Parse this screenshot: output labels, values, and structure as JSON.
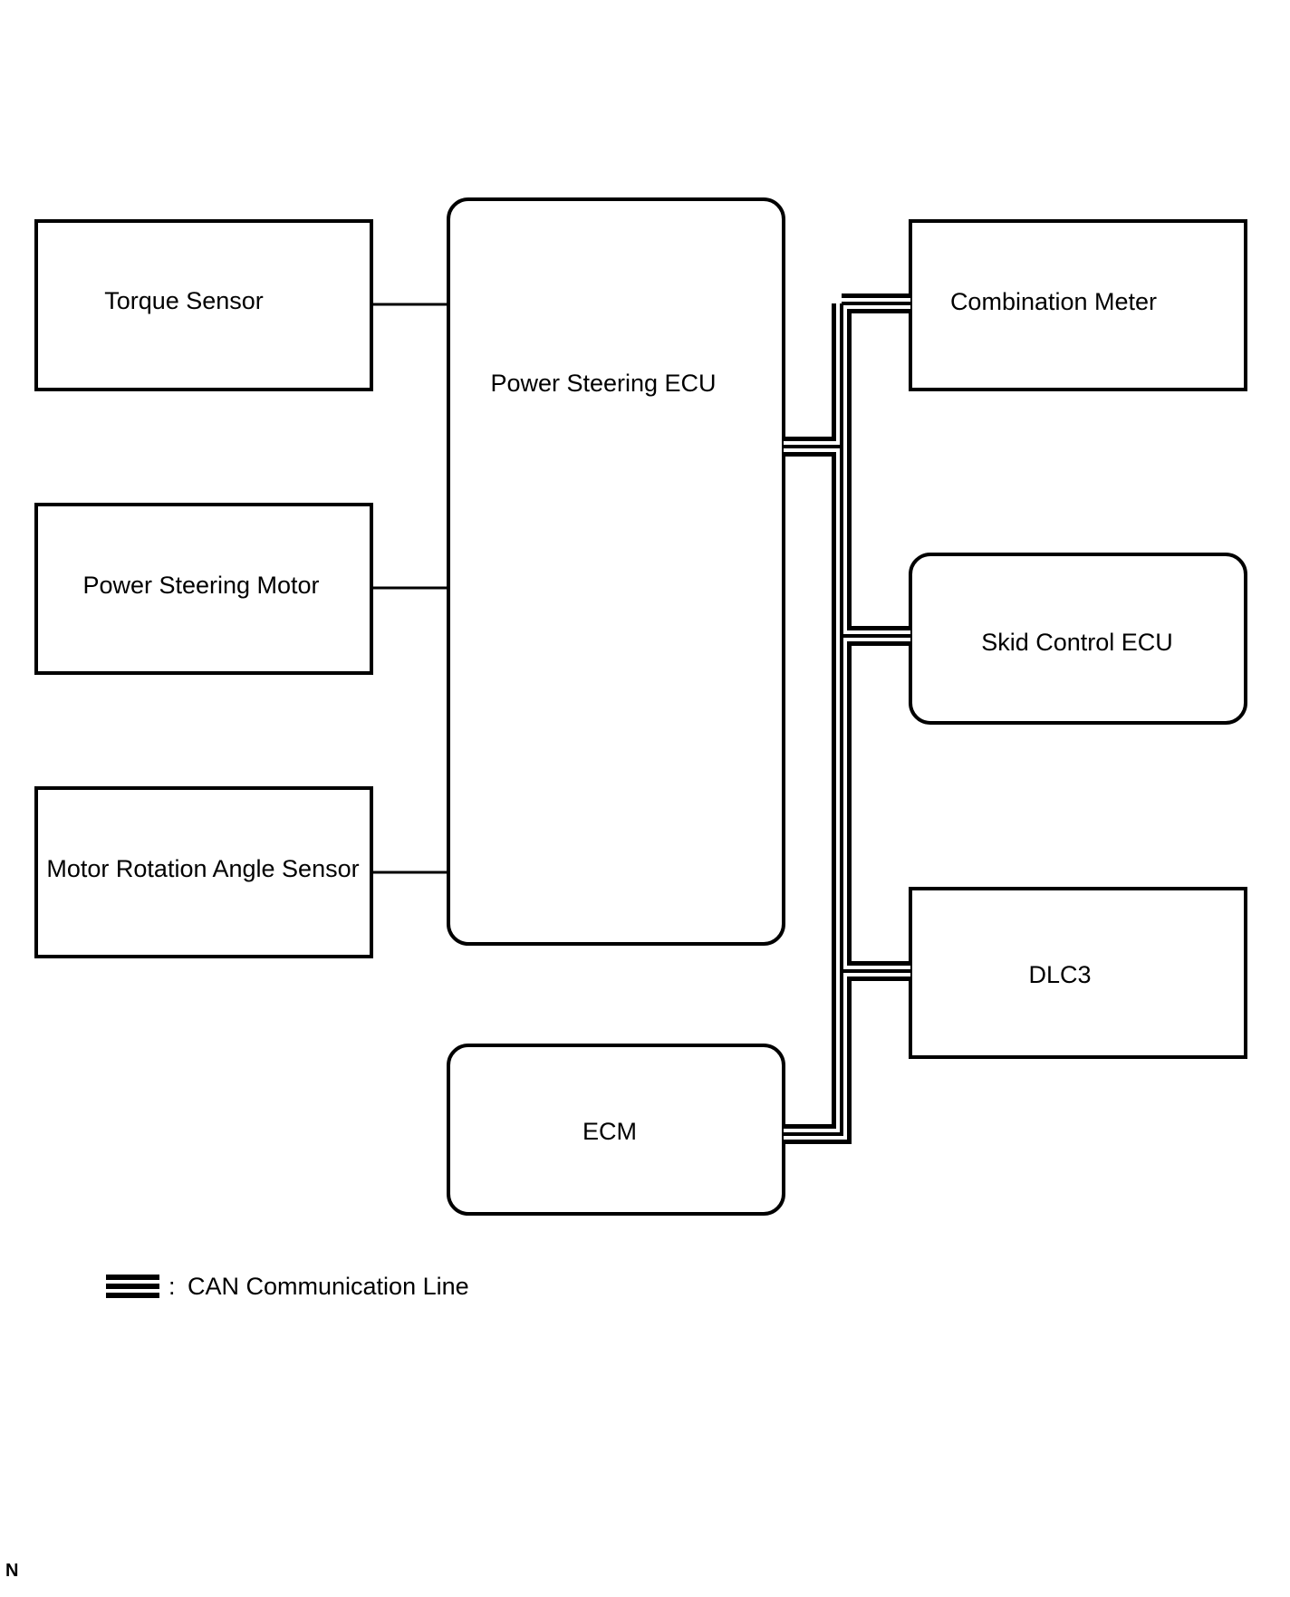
{
  "blocks": {
    "torque_sensor": "Torque Sensor",
    "power_steering_motor": "Power Steering Motor",
    "motor_rotation_angle_sensor": "Motor Rotation Angle Sensor",
    "power_steering_ecu": "Power Steering ECU",
    "ecm": "ECM",
    "combination_meter": "Combination Meter",
    "skid_control_ecu": "Skid Control ECU",
    "dlc3": "DLC3"
  },
  "legend": {
    "separator": ":",
    "can_line": "CAN Communication Line"
  },
  "figure_mark": "N"
}
